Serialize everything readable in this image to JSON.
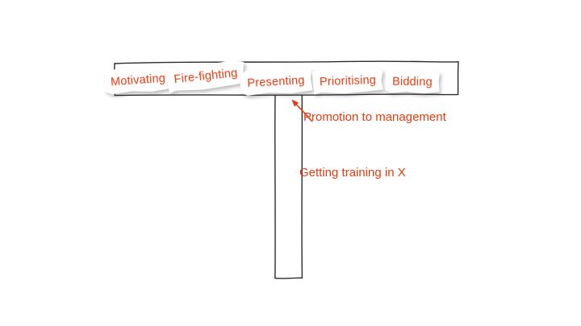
{
  "diagram": {
    "skills": [
      {
        "label": "Motivating"
      },
      {
        "label": "Fire-fighting"
      },
      {
        "label": "Presenting"
      },
      {
        "label": "Prioritising"
      },
      {
        "label": "Bidding"
      }
    ],
    "annotations": [
      {
        "label": "Promotion to management"
      },
      {
        "label": "Getting training in X"
      }
    ],
    "icons": {
      "promotion_arrow": "arrow-pointing-up-left-to-t-junction"
    },
    "colors": {
      "accent": "#e83a0f",
      "line": "#2b2b2b",
      "background": "#ffffff"
    }
  }
}
